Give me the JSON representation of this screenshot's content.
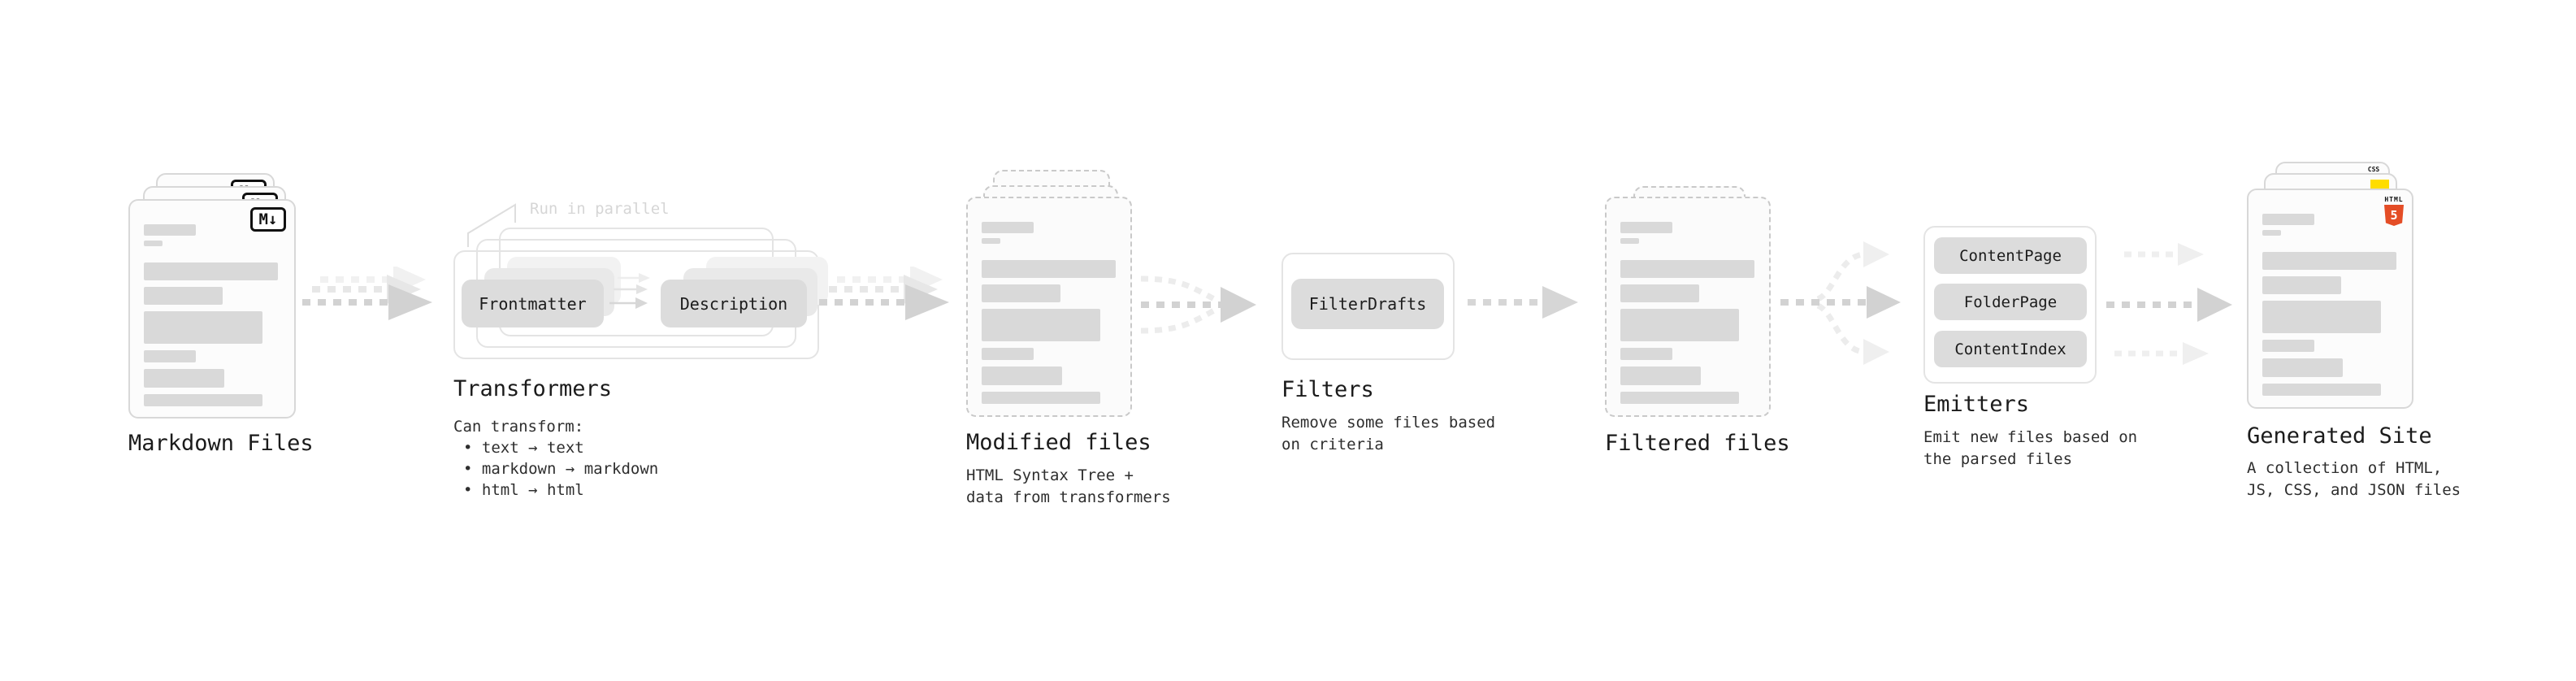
{
  "diagram": {
    "markdown_files": {
      "label": "Markdown Files",
      "badge": "M↓"
    },
    "transformers": {
      "heading": "Transformers",
      "annotation": "Run in parallel",
      "pill_frontmatter": "Frontmatter",
      "pill_description": "Description",
      "desc_title": "Can transform:",
      "bullet_1": "• text → text",
      "bullet_2": "• markdown → markdown",
      "bullet_3": "• html → html"
    },
    "modified_files": {
      "heading": "Modified files",
      "desc": "HTML Syntax Tree +\ndata from transformers"
    },
    "filters": {
      "heading": "Filters",
      "pill": "FilterDrafts",
      "desc": "Remove some files based\non criteria"
    },
    "filtered_files": {
      "heading": "Filtered files"
    },
    "emitters": {
      "heading": "Emitters",
      "pill_1": "ContentPage",
      "pill_2": "FolderPage",
      "pill_3": "ContentIndex",
      "desc": "Emit new files based on\nthe parsed files"
    },
    "generated_site": {
      "heading": "Generated Site",
      "desc": "A collection of HTML,\nJS, CSS, and JSON files",
      "html5_label": "HTML",
      "html5_number": "5",
      "css_label": "CSS"
    }
  },
  "colors": {
    "html5_orange": "#e44d26",
    "js_yellow": "#ffdd00",
    "css_blue": "#2965f1",
    "skeleton_gray": "#d9d9d9",
    "pill_gray": "#dcdcdc",
    "arrow_gray": "#d2d2d2",
    "annotation_gray": "#d6d6d6"
  }
}
